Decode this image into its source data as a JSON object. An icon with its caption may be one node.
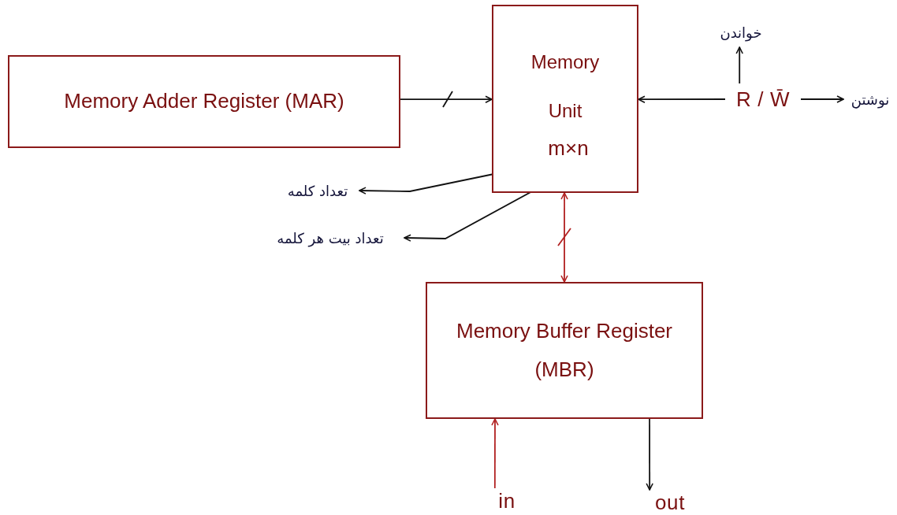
{
  "diagram": {
    "nodes": [
      {
        "text": [
          "Memory Adder Register (MAR)"
        ]
      },
      {
        "text": [
          "Memory Unit"
        ]
      },
      {
        "text": [
          "m×n"
        ],
        "in": 1
      },
      {
        "text": [
          "R / W̄"
        ]
      },
      {
        "text": [
          "خواندن"
        ]
      },
      {
        "text": [
          "نوشتن"
        ]
      },
      {
        "text": [
          "تعداد کلمه"
        ]
      },
      {
        "text": [
          "تعداد بیت هر کلمه"
        ]
      },
      {
        "text": [
          "Memory Buffer Register (MBR)"
        ]
      },
      {
        "text": [
          "in"
        ]
      },
      {
        "text": [
          "out"
        ]
      }
    ],
    "edges": [
      {
        "from": 0,
        "to": 1,
        "arrow": "to"
      },
      {
        "from": 3,
        "to": 1,
        "arrow": "to"
      },
      {
        "from": 3,
        "to": 4,
        "arrow": "to"
      },
      {
        "from": 3,
        "to": 5,
        "arrow": "to"
      },
      {
        "from": 2,
        "to": 6,
        "arrow": "to"
      },
      {
        "from": 2,
        "to": 7,
        "arrow": "to"
      },
      {
        "from": 1,
        "to": 8,
        "arrow": "both",
        "color": "#b22222"
      },
      {
        "from": 9,
        "to": 8,
        "arrow": "to",
        "color": "#b22222"
      },
      {
        "from": 8,
        "to": 10,
        "arrow": "to"
      }
    ]
  }
}
